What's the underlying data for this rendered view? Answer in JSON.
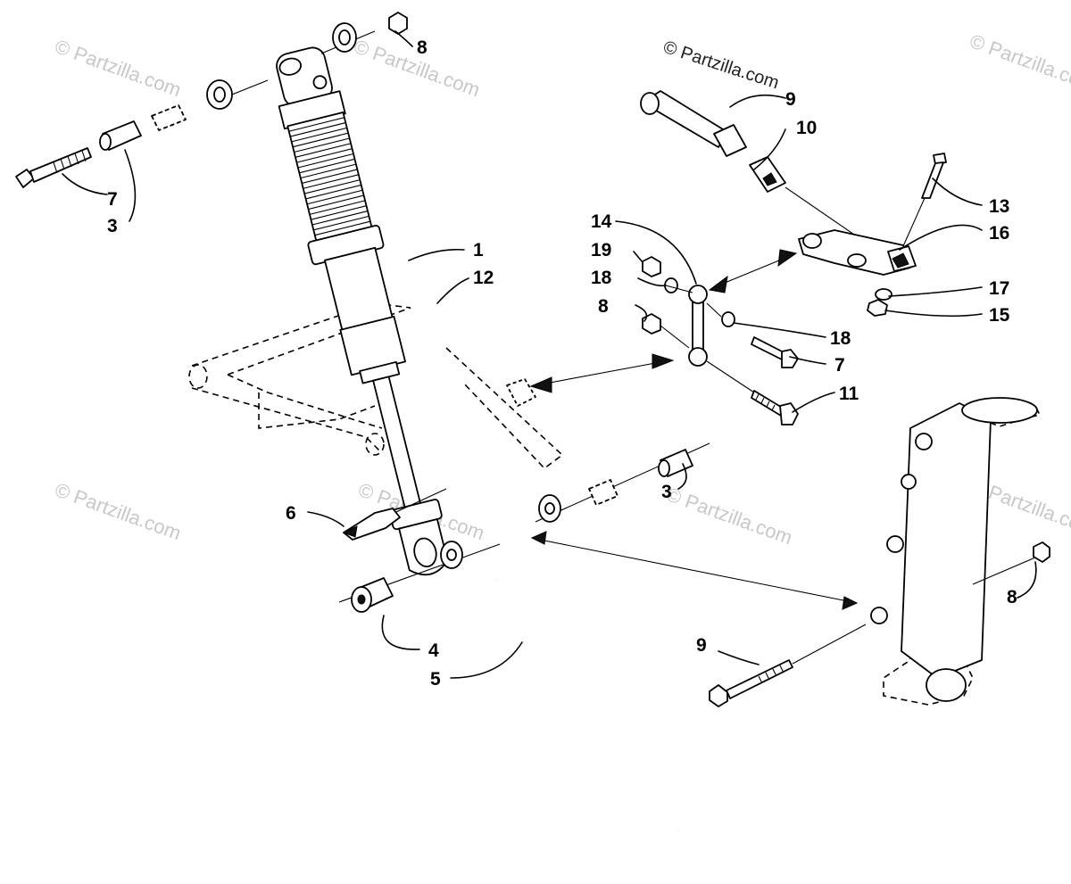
{
  "watermark": {
    "header": "© Partzilla.com",
    "tile": "© Partzilla.com"
  },
  "callouts": [
    {
      "id": "c8a",
      "text": "8"
    },
    {
      "id": "c7a",
      "text": "7"
    },
    {
      "id": "c3a",
      "text": "3"
    },
    {
      "id": "c9a",
      "text": "9"
    },
    {
      "id": "c10",
      "text": "10"
    },
    {
      "id": "c13",
      "text": "13"
    },
    {
      "id": "c16",
      "text": "16"
    },
    {
      "id": "c17",
      "text": "17"
    },
    {
      "id": "c15",
      "text": "15"
    },
    {
      "id": "c14",
      "text": "14"
    },
    {
      "id": "c19",
      "text": "19"
    },
    {
      "id": "c18a",
      "text": "18"
    },
    {
      "id": "c8b",
      "text": "8"
    },
    {
      "id": "c18b",
      "text": "18"
    },
    {
      "id": "c7b",
      "text": "7"
    },
    {
      "id": "c11",
      "text": "11"
    },
    {
      "id": "c1",
      "text": "1"
    },
    {
      "id": "c12",
      "text": "12"
    },
    {
      "id": "c3b",
      "text": "3"
    },
    {
      "id": "c6",
      "text": "6"
    },
    {
      "id": "c4",
      "text": "4"
    },
    {
      "id": "c5",
      "text": "5"
    },
    {
      "id": "c9b",
      "text": "9"
    },
    {
      "id": "c8c",
      "text": "8"
    }
  ]
}
